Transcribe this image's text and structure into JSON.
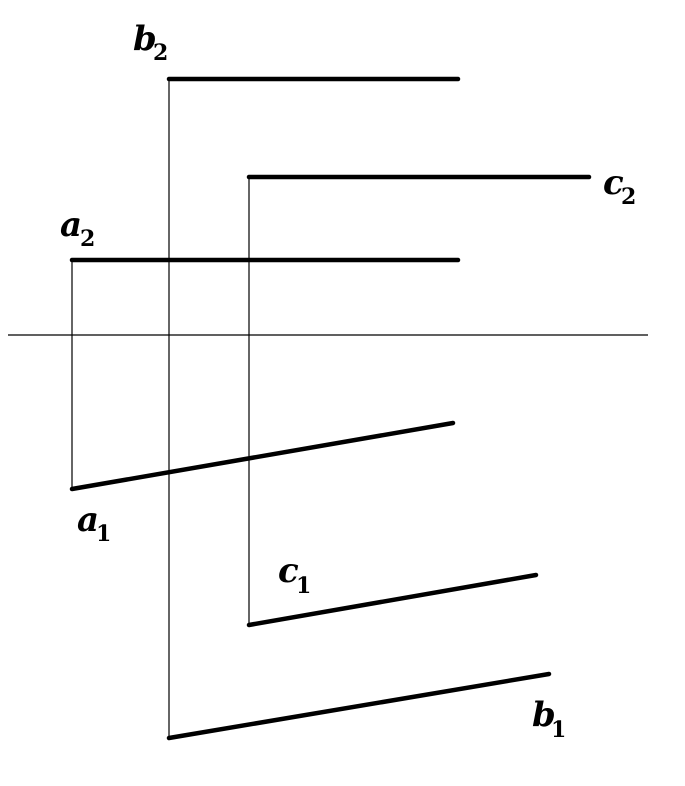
{
  "labels": {
    "b2": {
      "letter": "b",
      "sub": "2"
    },
    "c2": {
      "letter": "c",
      "sub": "2"
    },
    "a2": {
      "letter": "a",
      "sub": "2"
    },
    "a1": {
      "letter": "a",
      "sub": "1"
    },
    "c1": {
      "letter": "c",
      "sub": "1"
    },
    "b1": {
      "letter": "b",
      "sub": "1"
    }
  },
  "colors": {
    "line": "#000000",
    "background": "#ffffff"
  }
}
